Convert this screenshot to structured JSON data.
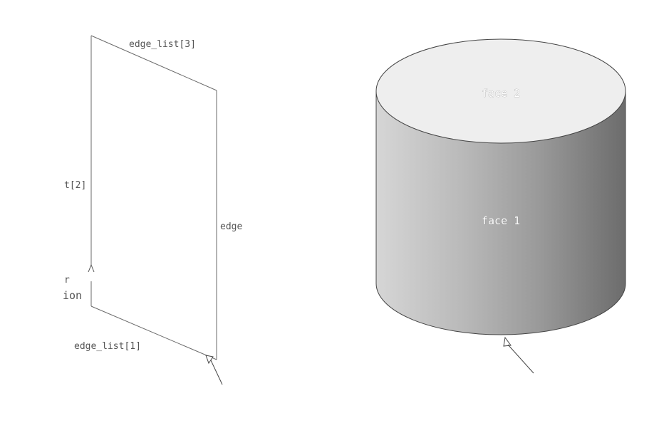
{
  "left_figure": {
    "labels": {
      "edge_top": "edge_list[3]",
      "edge_left": "t[2]",
      "edge_right": "edge",
      "edge_bottom": "edge_list[1]",
      "partial_1": "r",
      "partial_2": "ion"
    }
  },
  "right_figure": {
    "labels": {
      "top_face": "face 2",
      "side_face": "face 1"
    }
  },
  "colors": {
    "wire_stroke": "#6a6a6a",
    "top_face_fill": "#eeeeee",
    "side_gradient_light": "#d4d4d4",
    "side_gradient_mid": "#a8a8a8",
    "side_gradient_dark": "#6e6e6e"
  }
}
